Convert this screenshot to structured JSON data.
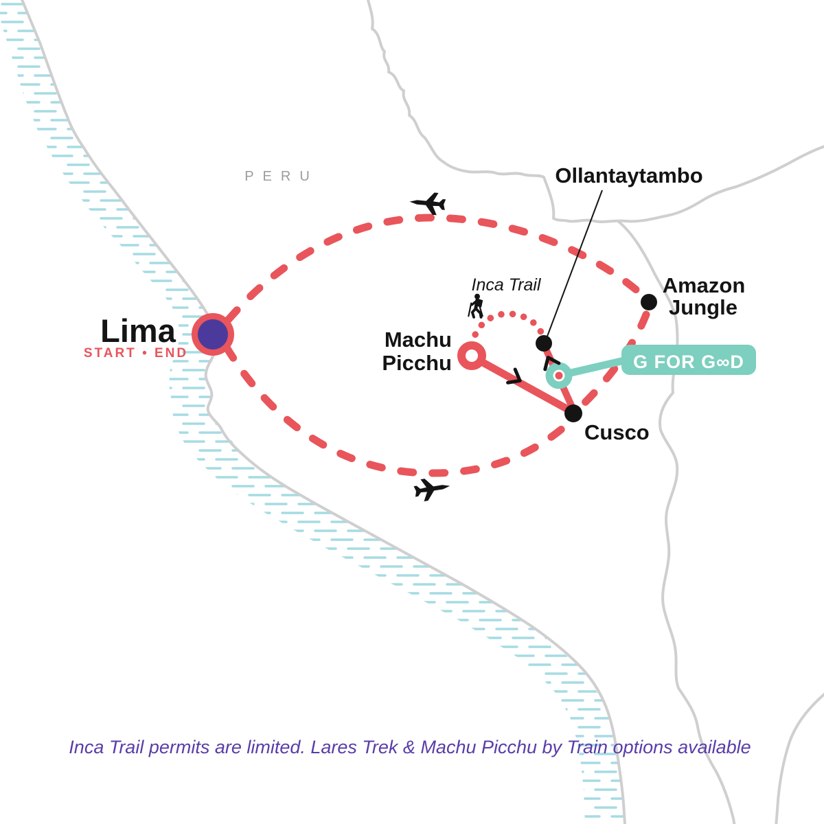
{
  "title": "Peru tour route map",
  "country_label": "PERU",
  "locations": {
    "lima": {
      "label": "Lima",
      "sublabel": "START • END"
    },
    "machu_picchu": {
      "line1": "Machu",
      "line2": "Picchu"
    },
    "inca_trail": {
      "label": "Inca Trail"
    },
    "ollantaytambo": {
      "label": "Ollantaytambo"
    },
    "amazon_jungle": {
      "line1": "Amazon",
      "line2": "Jungle"
    },
    "cusco": {
      "label": "Cusco"
    }
  },
  "badge": {
    "label": "G FOR GOOD",
    "display": "G FOR G∞D"
  },
  "caption": "Inca Trail permits are limited. Lares Trek & Machu Picchu by Train options available",
  "icons": [
    "airplane-icon-west",
    "airplane-icon-east",
    "hiker-icon",
    "route-arrow-to-cusco",
    "route-arrow-to-ollantaytambo"
  ],
  "colors": {
    "route_red": "#E8555B",
    "teal": "#7DCFBF",
    "lima_marker_purple": "#4B3A9B",
    "caption_purple": "#5A3CA8",
    "map_border_gray": "#CFCFCF",
    "coast_hatch_blue": "#A6DBE3",
    "label_black": "#141414",
    "country_label_gray": "#9B9BA1",
    "marker_black": "#141414",
    "badge_text": "#FFFFFF"
  }
}
